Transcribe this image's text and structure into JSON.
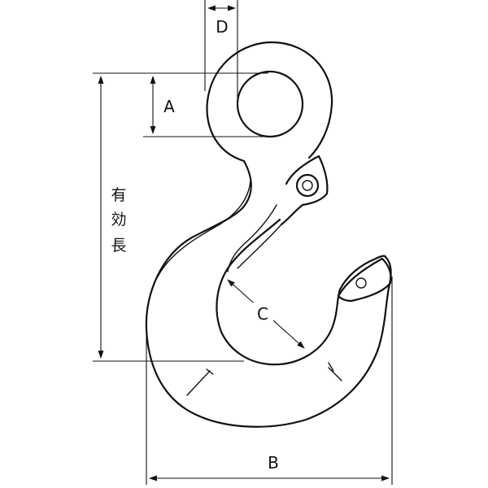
{
  "diagram": {
    "labels": {
      "a": "A",
      "b": "B",
      "c": "C",
      "d": "D",
      "effective_length": [
        "有",
        "効",
        "長"
      ]
    },
    "colors": {
      "line": "#111111",
      "background": "#ffffff"
    }
  }
}
